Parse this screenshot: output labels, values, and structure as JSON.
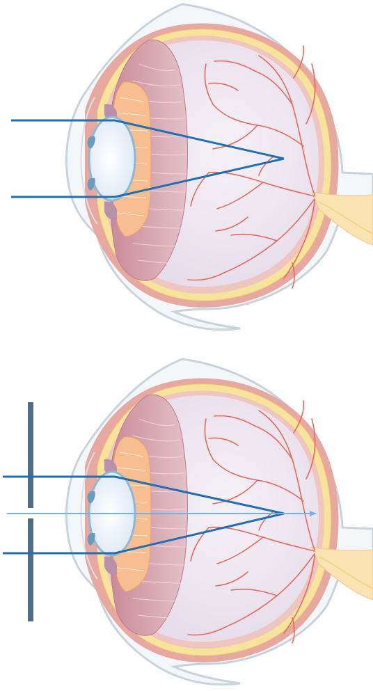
{
  "figure": {
    "panels": [
      {
        "id": "eye-top",
        "has_lens_plate": false,
        "rays": 2,
        "optical_axis": false
      },
      {
        "id": "eye-bottom",
        "has_lens_plate": true,
        "rays": 2,
        "optical_axis": true
      }
    ]
  },
  "colors": {
    "background": "#ffffff",
    "outline": "#c9d3dc",
    "sclera": "#e7a8a0",
    "sclera_inner": "#f2cfc9",
    "retina": "#f7e39a",
    "retina_edge": "#f3d27a",
    "vitreous": "#ece4ef",
    "vitreous_light": "#f6f1f7",
    "ciliary": "#c98a98",
    "ciliary_light": "#dcb2bb",
    "iris_orange": "#f7be8f",
    "lens": "#eef3fb",
    "lens_edge": "#8fb7d8",
    "cornea_tip": "#6c9bbd",
    "vessel": "#e8695c",
    "optic_nerve": "#fbe2b3",
    "ray": "#1f6fb2",
    "axis_ray": "#79aedd",
    "plate": "#4f6b86"
  },
  "icons": {
    "axis_arrowhead": "arrowhead-icon"
  }
}
